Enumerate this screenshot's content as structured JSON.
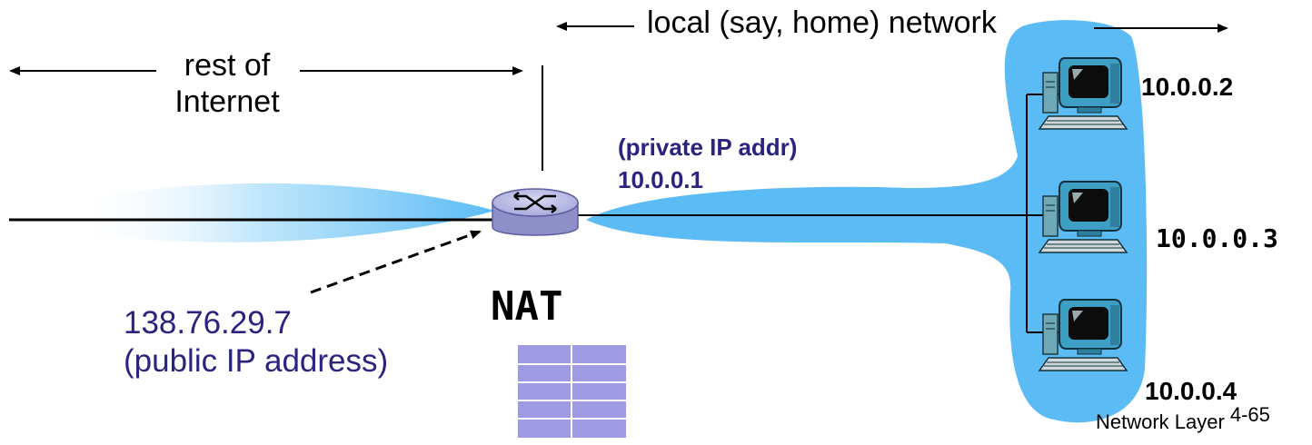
{
  "labels": {
    "local_network": "local (say, home) network",
    "rest_of_internet": "rest of\nInternet",
    "private_ip_title": "(private IP addr)",
    "private_ip": "10.0.0.1",
    "public_ip": "138.76.29.7",
    "public_ip_title": "(public IP address)",
    "nat": "NAT"
  },
  "hosts": [
    {
      "ip": "10.0.0.2"
    },
    {
      "ip": "10.0.0.3"
    },
    {
      "ip": "10.0.0.4"
    }
  ],
  "footer": {
    "section": "Network Layer",
    "page": "4-65"
  },
  "colors": {
    "cloud_blue": "#5bbcf5",
    "label_navy": "#2a2480",
    "nat_table": "#9f9be2",
    "router_body": "#b3b4e0"
  },
  "icons": {
    "router": "router-icon",
    "computer": "computer-icon",
    "nat_table": "nat-table-icon"
  }
}
